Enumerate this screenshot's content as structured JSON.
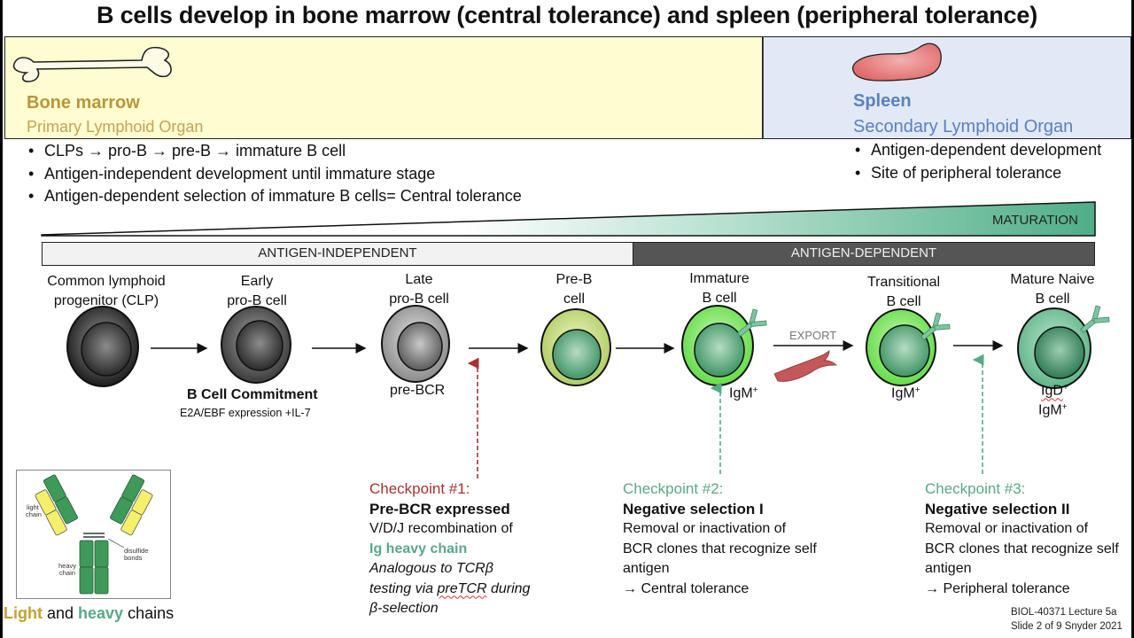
{
  "title": "B cells develop in bone marrow (central tolerance) and spleen (peripheral tolerance)",
  "bone_marrow": {
    "title": "Bone marrow",
    "subtitle": "Primary Lymphoid Organ",
    "bullets": [
      "CLPs → pro-B → pre-B → immature B cell",
      "Antigen-independent development until immature stage",
      "Antigen-dependent selection of immature B cells= Central tolerance"
    ],
    "panel_color": "#fdfdd0",
    "title_color": "#b8963a"
  },
  "spleen": {
    "title": "Spleen",
    "subtitle": "Secondary Lymphoid Organ",
    "bullets": [
      "Antigen-dependent development",
      "Site of peripheral tolerance"
    ],
    "panel_color": "#e0e9f5",
    "title_color": "#5b80c0"
  },
  "maturation_label": "MATURATION",
  "phases": {
    "independent": "ANTIGEN-INDEPENDENT",
    "dependent": "ANTIGEN-DEPENDENT"
  },
  "cells": [
    {
      "line1": "Common lymphoid",
      "line2": "progenitor (CLP)",
      "marker": ""
    },
    {
      "line1": "Early",
      "line2": "pro-B cell",
      "marker": ""
    },
    {
      "line1": "Late",
      "line2": "pro-B cell",
      "marker": "pre-BCR"
    },
    {
      "line1": "Pre-B",
      "line2": "cell",
      "marker": ""
    },
    {
      "line1": "Immature",
      "line2": "B cell",
      "marker": "IgM",
      "marker_sup": "+"
    },
    {
      "line1": "Transitional",
      "line2": "B cell",
      "marker": "IgM",
      "marker_sup": "+"
    },
    {
      "line1": "Mature Naive",
      "line2": "B cell",
      "marker": "IgD",
      "marker_sup": "+",
      "marker2": "IgM",
      "marker2_sup": "+"
    }
  ],
  "commitment": {
    "title": "B Cell Commitment",
    "subtitle": "E2A/EBF expression +IL-7"
  },
  "export_label": "EXPORT",
  "checkpoints": [
    {
      "heading": "Checkpoint #1:",
      "title": "Pre-BCR expressed",
      "line1": "V/D/J recombination of",
      "highlight": "Ig heavy chain",
      "italic1": "Analogous to TCRβ",
      "italic2_pre": "testing via ",
      "italic2_squiggle": "preTCR",
      "italic2_post": " during",
      "italic3": "β-selection",
      "color": "#a83232"
    },
    {
      "heading": "Checkpoint #2:",
      "title": "Negative selection I",
      "line1": "Removal or inactivation of",
      "line2": "BCR clones that recognize self",
      "line3": "antigen",
      "line4": "→ Central tolerance",
      "color": "#5aa887"
    },
    {
      "heading": "Checkpoint #3:",
      "title": "Negative selection II",
      "line1": "Removal or inactivation of",
      "line2": "BCR clones that recognize self",
      "line3": "antigen",
      "line4": "→ Peripheral tolerance",
      "color": "#5aa887"
    }
  ],
  "antibody_figure": {
    "light_label_1": "light",
    "light_label_2": "chain",
    "heavy_label_1": "heavy",
    "heavy_label_2": "chain",
    "bond_label_1": "disulfide",
    "bond_label_2": "bonds",
    "caption_light": "Light",
    "caption_and": " and ",
    "caption_heavy": "heavy",
    "caption_chains": " chains"
  },
  "footer": {
    "line1": "BIOL-40371 Lecture 5a",
    "line2": "Slide 2 of 9 Snyder 2021"
  }
}
